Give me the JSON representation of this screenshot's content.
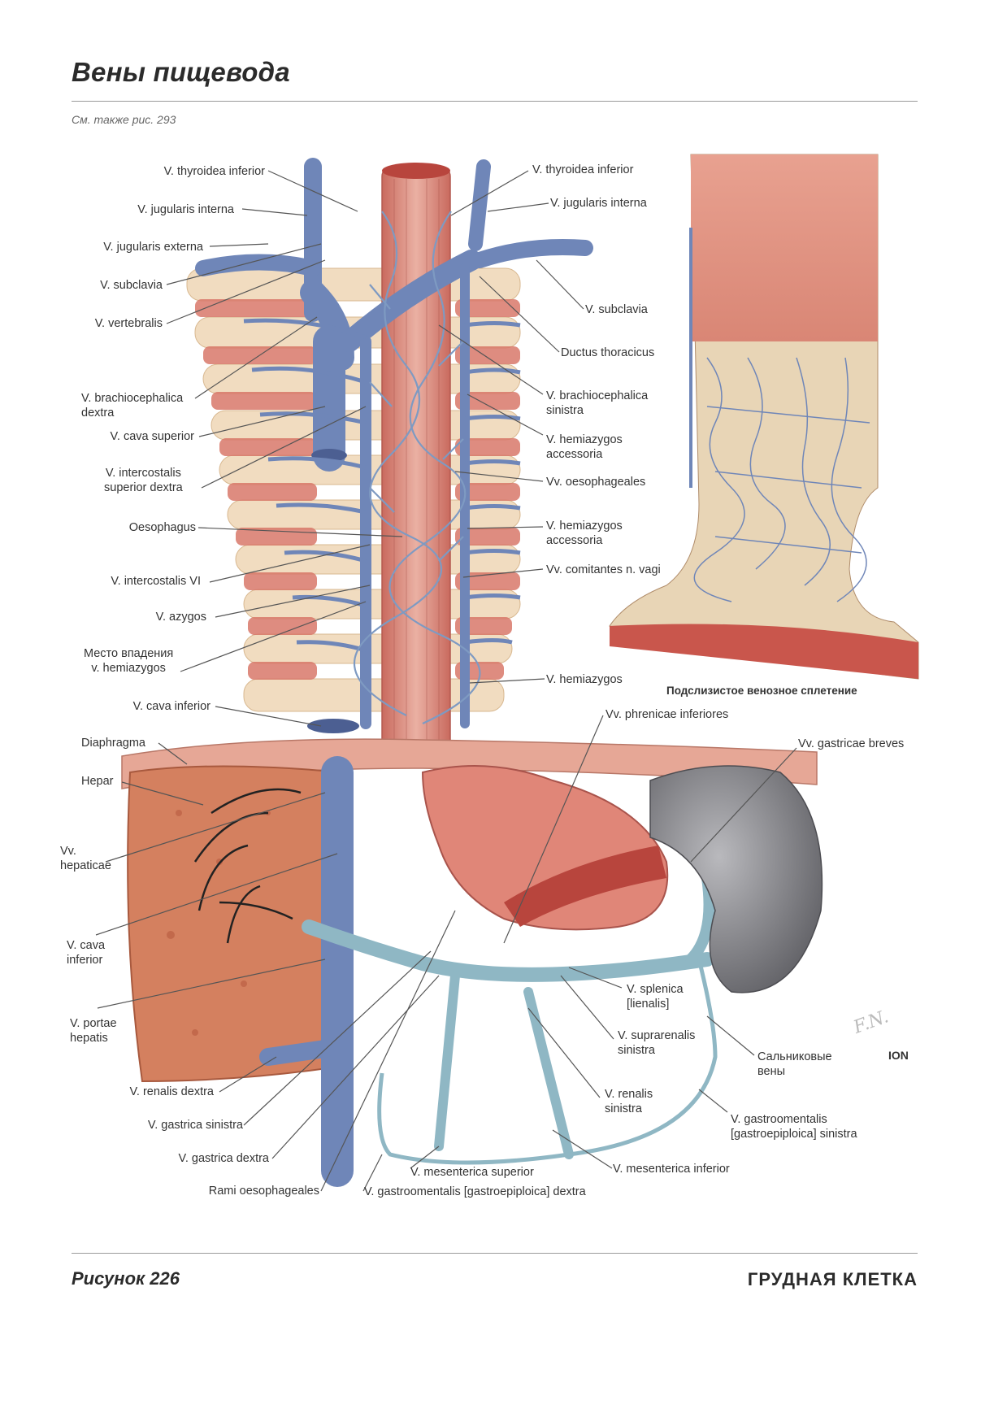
{
  "page": {
    "title": "Вены пищевода",
    "see_also": "См. также рис. 293",
    "figure": "Рисунок 226",
    "section": "ГРУДНАЯ КЛЕТКА",
    "inset_caption": "Подслизистое венозное сплетение",
    "logo": "ION"
  },
  "labels_left": [
    "V. thyroidea inferior",
    "V. jugularis interna",
    "V. jugularis externa",
    "V. subclavia",
    "V. vertebralis",
    "V. brachiocephalica\ndextra",
    "V. cava superior",
    "V. intercostalis\nsuperior dextra",
    "Oesophagus",
    "V. intercostalis VI",
    "V. azygos",
    "Место впадения\nv. hemiazygos",
    "V. cava inferior",
    "Diaphragma",
    "Hepar",
    "Vv.\nhepaticae",
    "V. cava\ninferior",
    "V. portae\nhepatis",
    "V. renalis dextra",
    "V. gastrica sinistra",
    "V. gastrica dextra",
    "Rami oesophageales"
  ],
  "labels_right": [
    "V. thyroidea inferior",
    "V. jugularis interna",
    "V. subclavia",
    "Ductus thoracicus",
    "V. brachiocephalica\nsinistra",
    "V. hemiazygos\naccessoria",
    "Vv. oesophageales",
    "V. hemiazygos\naccessoria",
    "Vv. comitantes n. vagi",
    "V. hemiazygos"
  ],
  "labels_bottom": [
    "Vv. phrenicae inferiores",
    "Vv. gastricae breves",
    "V. splenica\n[lienalis]",
    "V. suprarenalis\nsinistra",
    "Сальниковые\nвены",
    "V. renalis\nsinistra",
    "V. gastroomentalis\n[gastroepiploica] sinistra",
    "V. mesenterica inferior",
    "V. mesenterica superior",
    "V. gastroomentalis [gastroepiploica] dextra"
  ],
  "colors": {
    "vein": "#6f86b8",
    "vein_light": "#8fb7c4",
    "muscle": "#d9786a",
    "liver": "#d4805f",
    "spleen": "#7d7d82",
    "bone": "#f1dcc0"
  }
}
